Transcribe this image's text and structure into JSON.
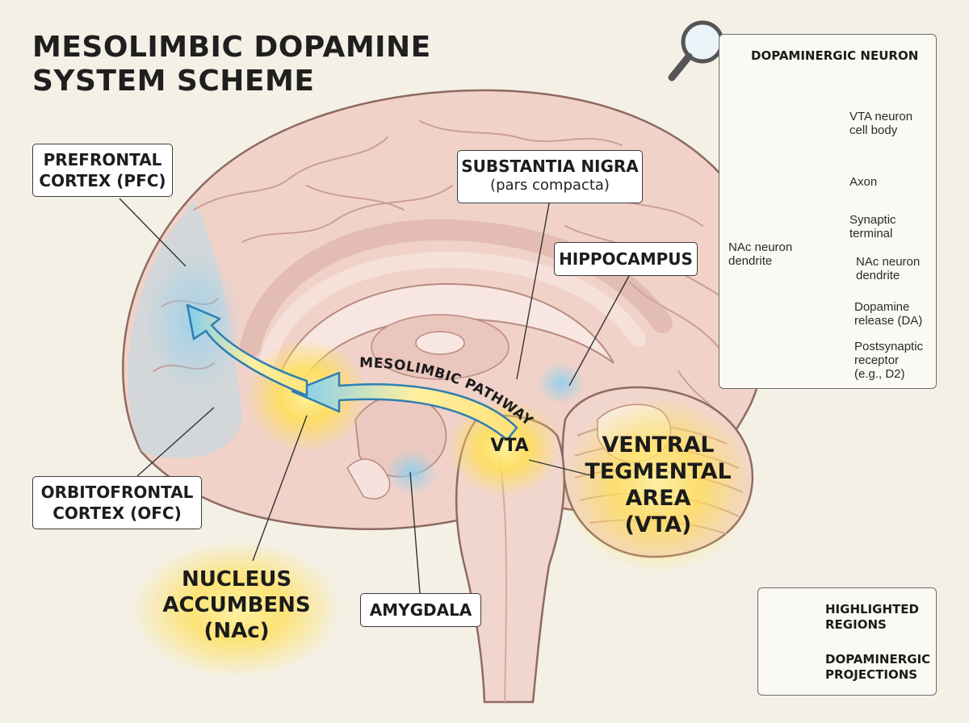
{
  "title": {
    "line1": "MESOLIMBIC DOPAMINE",
    "line2": "SYSTEM SCHEME"
  },
  "labels": {
    "pfc": {
      "line1": "PREFRONTAL",
      "line2": "CORTEX (PFC)"
    },
    "ofc": {
      "line1": "ORBITOFRONTAL",
      "line2": "CORTEX (OFC)"
    },
    "sn": {
      "main": "SUBSTANTIA NIGRA",
      "sub": "(pars compacta)"
    },
    "hippocampus": "HIPPOCAMPUS",
    "amygdala": "AMYGDALA",
    "nac": {
      "line1": "NUCLEUS",
      "line2": "ACCUMBENS",
      "line3": "(NAc)"
    },
    "vta_short": "VTA",
    "vta_full": {
      "line1": "VENTRAL",
      "line2": "TEGMENTAL",
      "line3": "AREA",
      "line4": "(VTA)"
    },
    "pathway": "MESOLIMBIC PATHWAY"
  },
  "inset": {
    "title": "DOPAMINERGIC NEURON",
    "cell_body": {
      "line1": "VTA neuron",
      "line2": "cell body"
    },
    "axon": "Axon",
    "synaptic_terminal": {
      "line1": "Synaptic",
      "line2": "terminal"
    },
    "nac_dendrite_left": {
      "line1": "NAc neuron",
      "line2": "dendrite"
    },
    "nac_dendrite_right": {
      "line1": "NAc neuron",
      "line2": "dendrite"
    },
    "dopamine_release": {
      "line1": "Dopamine",
      "line2": "release (DA)"
    },
    "receptor": {
      "line1": "Postsynaptic",
      "line2": "receptor",
      "line3": "(e.g., D2)"
    }
  },
  "legend": {
    "highlighted": {
      "line1": "HIGHLIGHTED",
      "line2": "REGIONS"
    },
    "projections": {
      "line1": "DOPAMINERGIC",
      "line2": "PROJECTIONS"
    }
  },
  "colors": {
    "background": "#f4f0e6",
    "brain": "#f0d2c9",
    "brain_shadow": "#d9aea3",
    "highlight": "#ffdd55",
    "projection": "#6fc3ea",
    "outline": "#3a3a3a"
  },
  "icons": [
    "magnifier-icon",
    "neuron-icon",
    "highlight-glow-icon",
    "projection-arrow-icon"
  ]
}
